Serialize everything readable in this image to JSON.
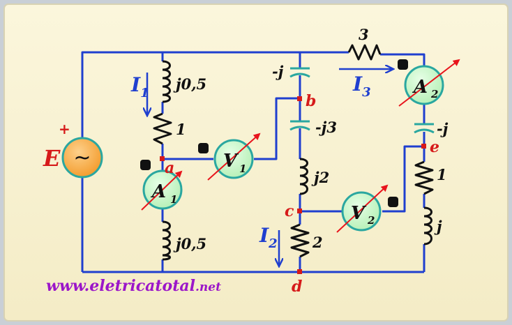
{
  "source": {
    "label": "E",
    "polarity": "+",
    "symbol": "~"
  },
  "components": {
    "inductor_top_left": "j0,5",
    "resistor_left": "1",
    "inductor_bottom_left": "j0,5",
    "resistor_top": "3",
    "capacitor_top_mid": "-j",
    "capacitor_mid": "-j3",
    "inductor_mid": "j2",
    "resistor_mid": "2",
    "capacitor_right": "-j",
    "resistor_right": "1",
    "inductor_right": "j"
  },
  "meters": {
    "a1": {
      "letter": "A",
      "sub": "1"
    },
    "a2": {
      "letter": "A",
      "sub": "2"
    },
    "v1": {
      "letter": "V",
      "sub": "1"
    },
    "v2": {
      "letter": "V",
      "sub": "2"
    }
  },
  "currents": {
    "i1": {
      "letter": "I",
      "sub": "1"
    },
    "i2": {
      "letter": "I",
      "sub": "2"
    },
    "i3": {
      "letter": "I",
      "sub": "3"
    }
  },
  "nodes": {
    "a": "a",
    "b": "b",
    "c": "c",
    "d": "d",
    "e": "e"
  },
  "website": {
    "main": "www.eletricatotal",
    "suffix": ".net"
  },
  "colors": {
    "background": "#f8f1cf",
    "wire": "#1f3fcf",
    "meter_fill": "#c9f5c9",
    "meter_ring": "#2aa7a0",
    "source_fill": "#f6a23a",
    "node": "#d61a1a",
    "meter_arrow": "#e8141c",
    "website": "#9b16c9"
  }
}
